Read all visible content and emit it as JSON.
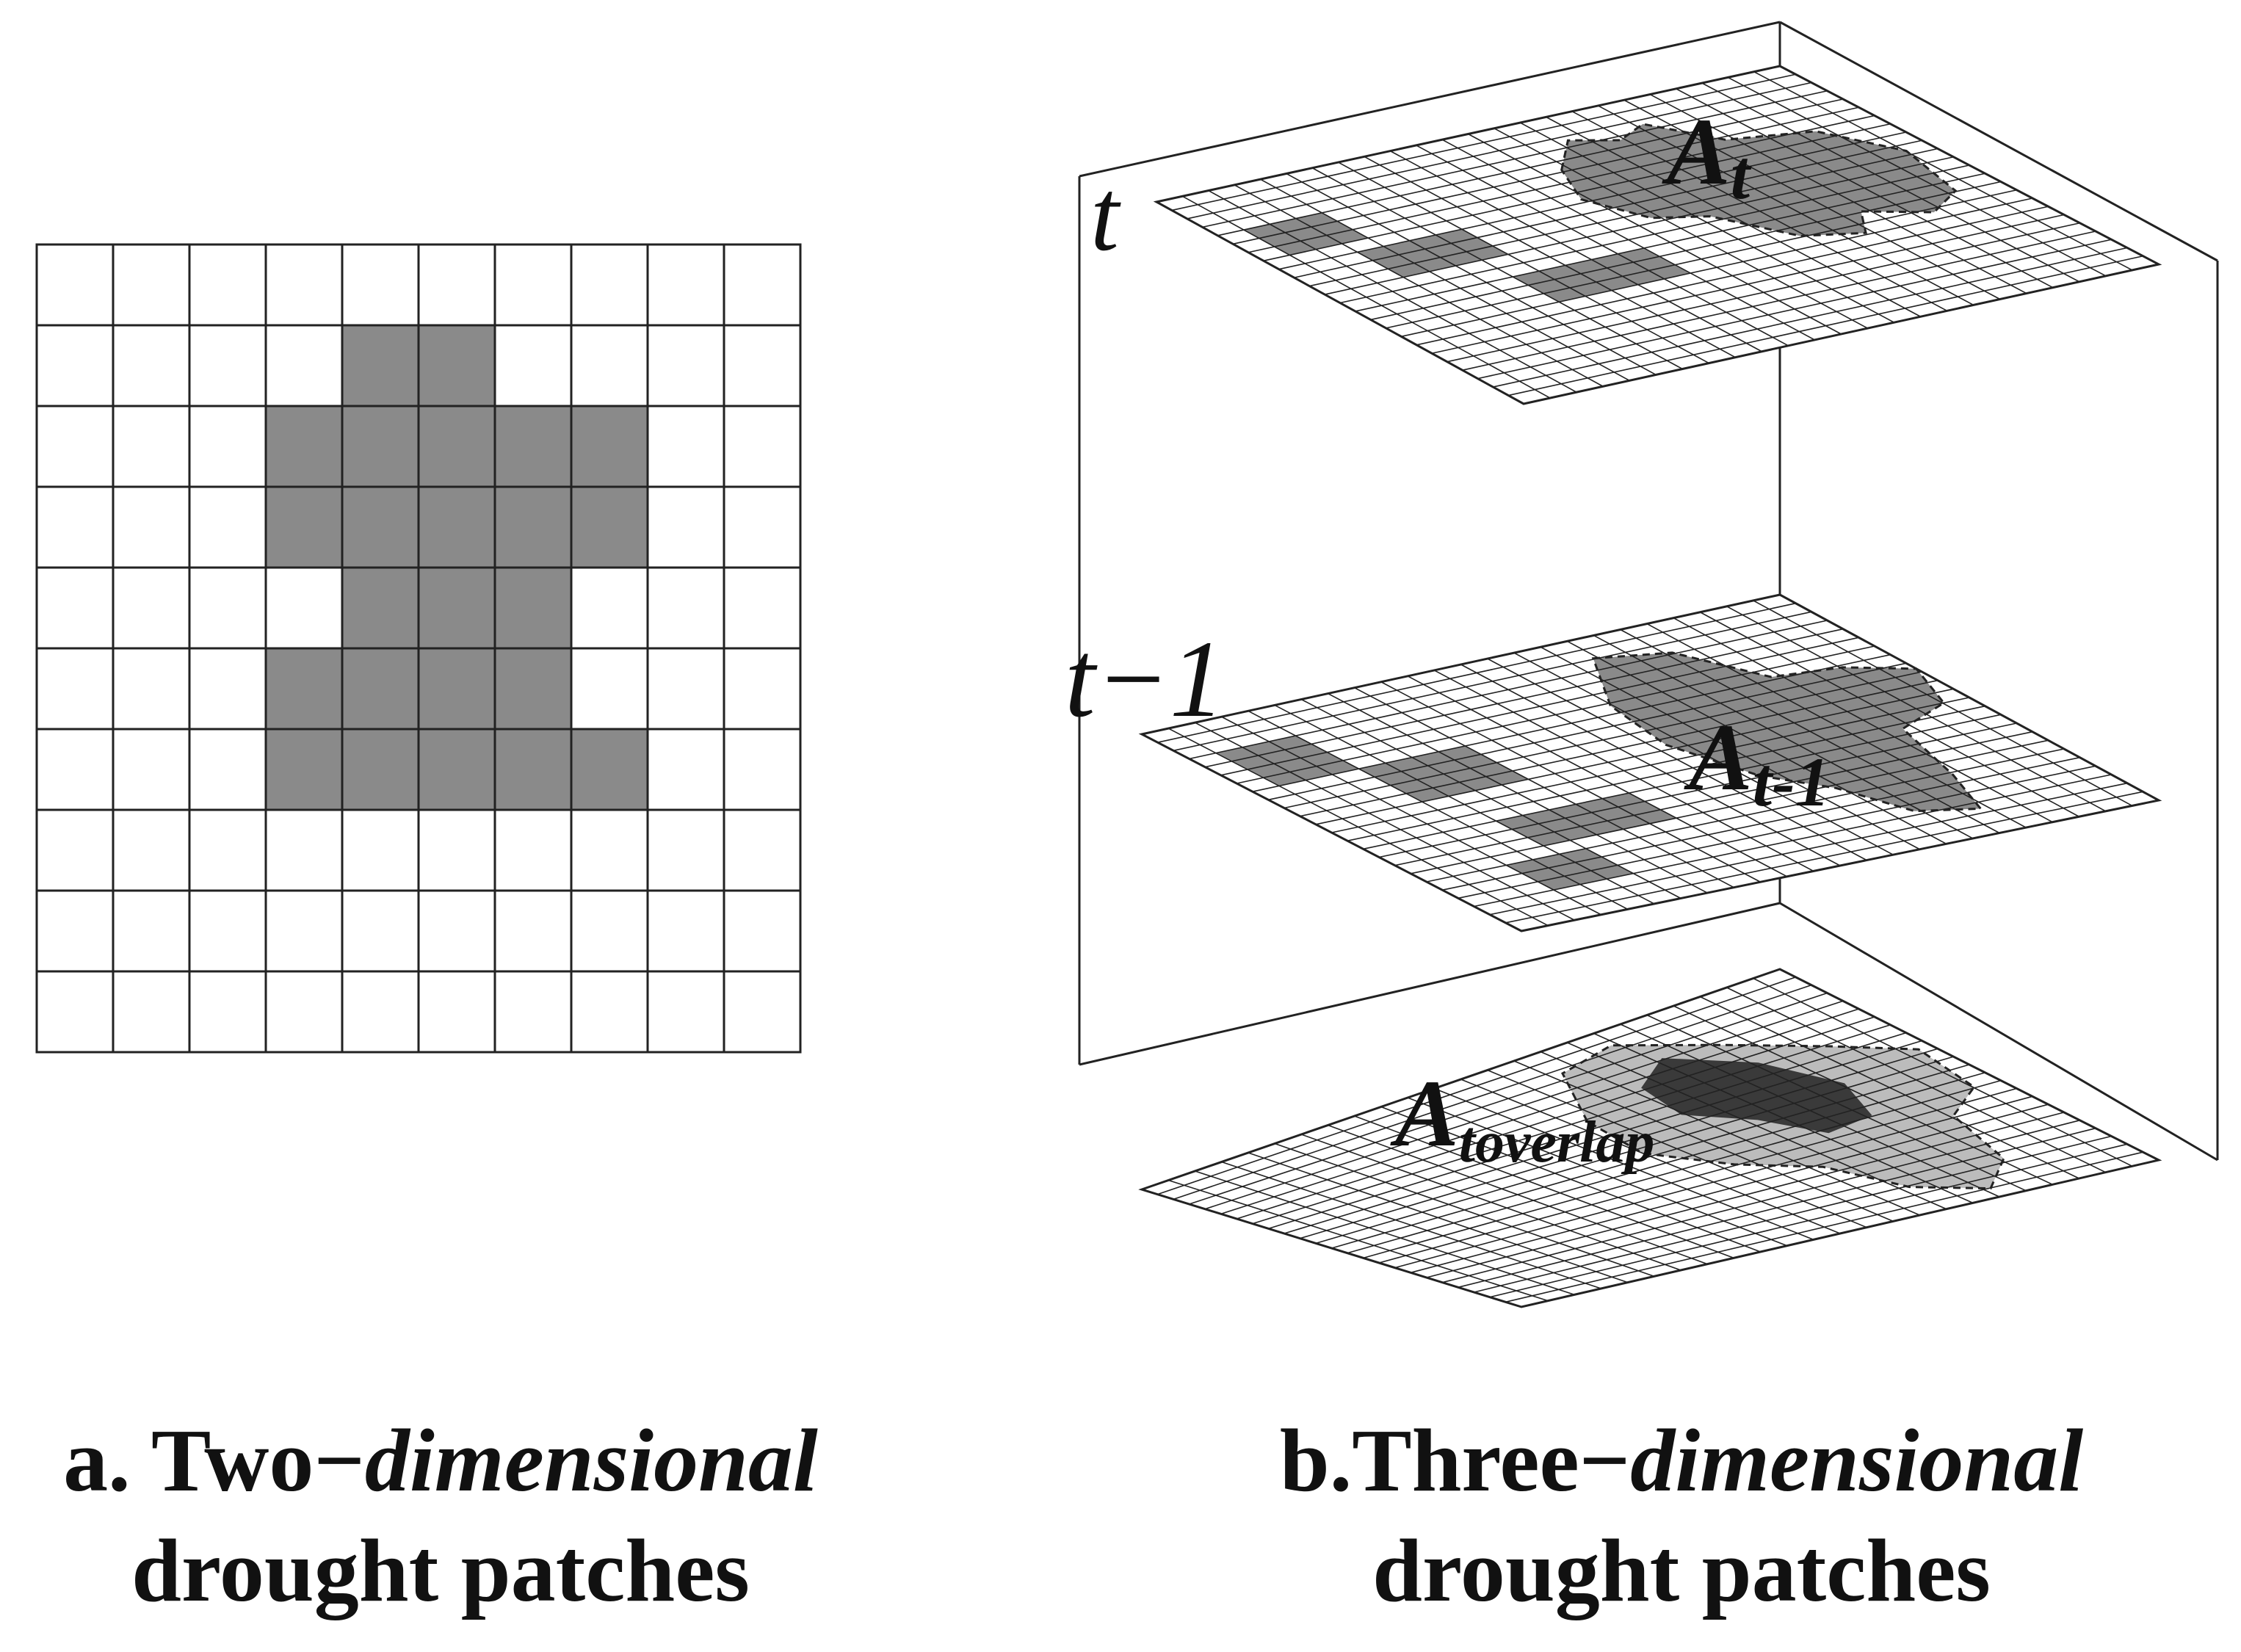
{
  "layer_labels": {
    "t": "t",
    "t_minus_1": "t−1"
  },
  "patch_labels": {
    "a_t_base": "A",
    "a_t_sub": "t",
    "a_t1_base": "A",
    "a_t1_sub": "t-1",
    "a_ov_base": "A",
    "a_ov_sub": "toverlap"
  },
  "captions": {
    "a": {
      "prefix": "a. Two−",
      "italic": "dimensional",
      "line2": "drought patches"
    },
    "b": {
      "prefix": "b.Three−",
      "italic": "dimensional",
      "line2": "drought patches"
    }
  },
  "grid_2d": {
    "rows": 10,
    "cols": 10,
    "filled": [
      [
        1,
        4
      ],
      [
        1,
        5
      ],
      [
        2,
        3
      ],
      [
        2,
        4
      ],
      [
        2,
        5
      ],
      [
        2,
        6
      ],
      [
        2,
        7
      ],
      [
        3,
        3
      ],
      [
        3,
        4
      ],
      [
        3,
        5
      ],
      [
        3,
        6
      ],
      [
        3,
        7
      ],
      [
        4,
        4
      ],
      [
        4,
        5
      ],
      [
        4,
        6
      ],
      [
        5,
        3
      ],
      [
        5,
        4
      ],
      [
        5,
        5
      ],
      [
        5,
        6
      ],
      [
        6,
        3
      ],
      [
        6,
        4
      ],
      [
        6,
        5
      ],
      [
        6,
        6
      ],
      [
        6,
        7
      ]
    ]
  },
  "colors": {
    "patch": "#8a8a8a",
    "overlap_light": "#bcbcbc",
    "overlap_dark": "#3a3a3a",
    "line": "#222222"
  }
}
